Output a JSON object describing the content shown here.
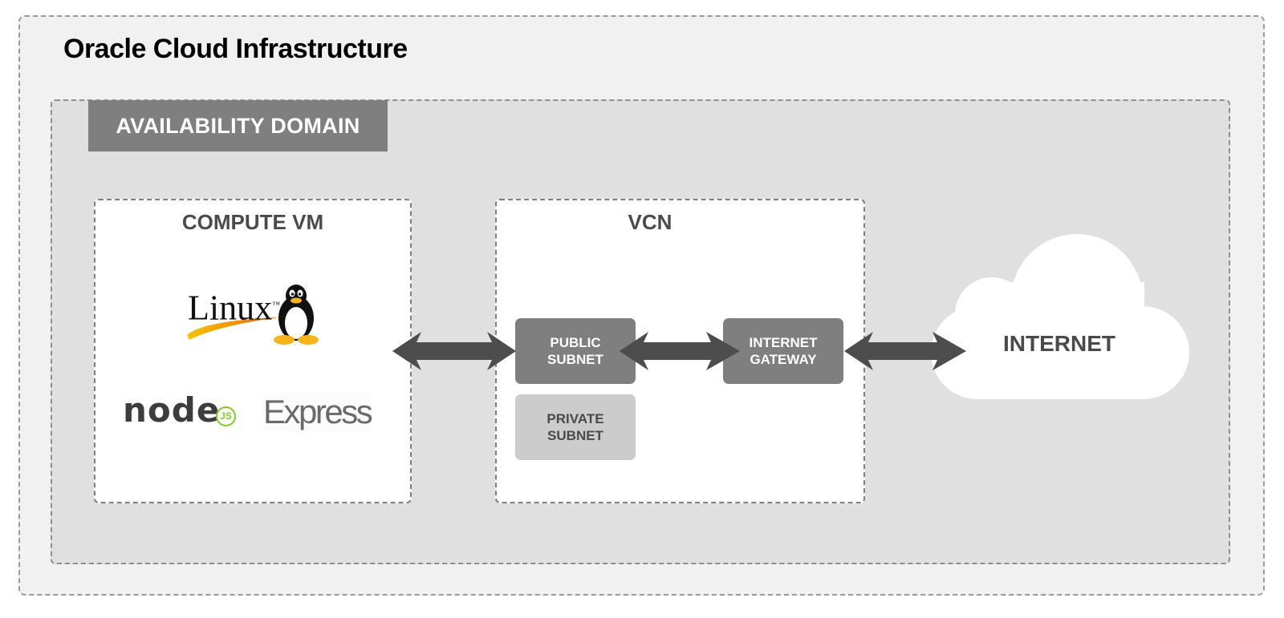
{
  "region": {
    "title": "Oracle Cloud Infrastructure"
  },
  "availability_domain": {
    "label": "AVAILABILITY DOMAIN"
  },
  "compute": {
    "title": "COMPUTE VM",
    "logos": {
      "linux": "Linux",
      "linux_tm": "™",
      "node": "node",
      "node_js": "JS",
      "express": "Express"
    },
    "icons": [
      "linux-tux-icon",
      "nodejs-logo-icon",
      "express-logo-icon"
    ]
  },
  "vcn": {
    "title": "VCN",
    "public_subnet": [
      "PUBLIC",
      "SUBNET"
    ],
    "private_subnet": [
      "PRIVATE",
      "SUBNET"
    ],
    "internet_gateway": [
      "INTERNET",
      "GATEWAY"
    ]
  },
  "internet": {
    "label": "INTERNET"
  },
  "colors": {
    "outer_bg": "#f1f1f1",
    "domain_bg": "#e0e0e0",
    "tab_bg": "#7f7f7f",
    "arrow": "#4d4d4d",
    "light_subnet": "#cccccc",
    "node_green": "#83cd29",
    "tux_yellow": "#f7b31b"
  }
}
